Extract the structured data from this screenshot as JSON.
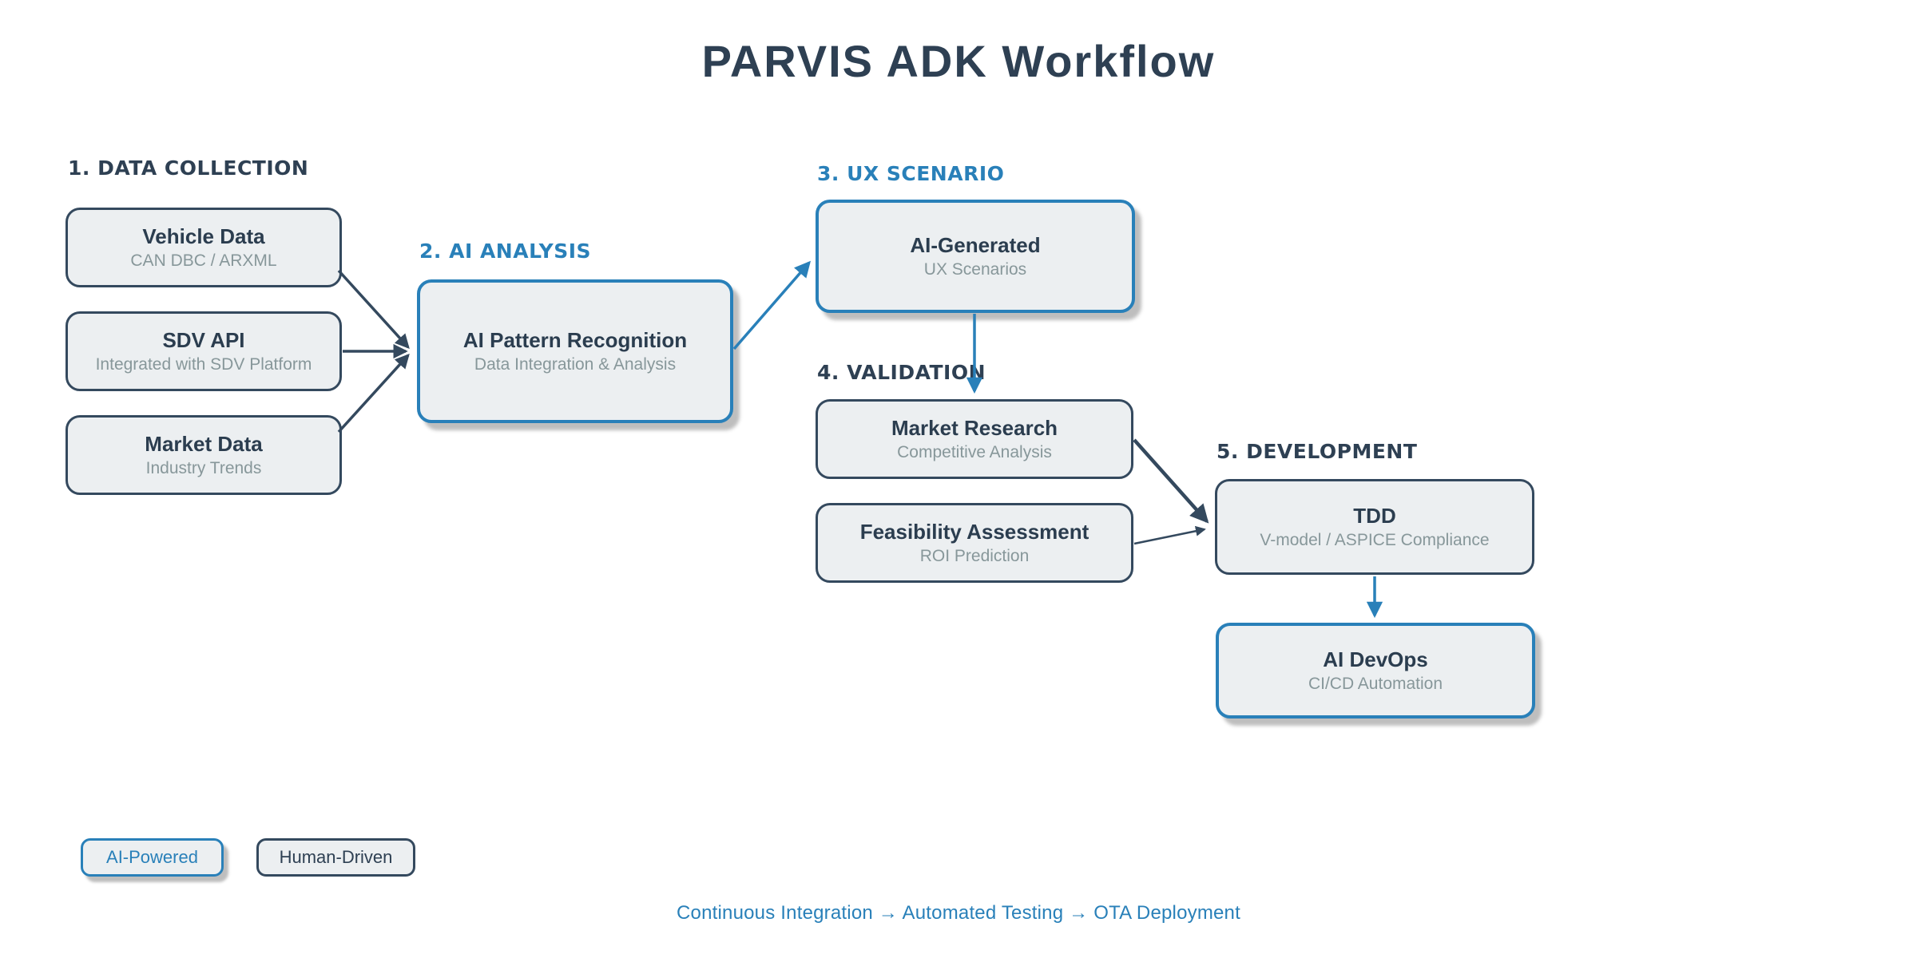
{
  "title": "PARVIS ADK Workflow",
  "colors": {
    "navy": "#34495E",
    "blue": "#2980B9",
    "node_fill": "#ECEFF1",
    "subtitle_gray": "#87979A",
    "background": "#FFFFFF"
  },
  "sections": [
    {
      "id": "data-collection",
      "label": "1. DATA COLLECTION",
      "color": "navy"
    },
    {
      "id": "ai-analysis",
      "label": "2. AI ANALYSIS",
      "color": "blue"
    },
    {
      "id": "ux-scenario",
      "label": "3. UX SCENARIO",
      "color": "blue"
    },
    {
      "id": "validation",
      "label": "4. VALIDATION",
      "color": "navy"
    },
    {
      "id": "development",
      "label": "5. DEVELOPMENT",
      "color": "navy"
    }
  ],
  "nodes": [
    {
      "id": "vehicle-data",
      "title": "Vehicle Data",
      "subtitle": "CAN DBC / ARXML",
      "type": "human-driven"
    },
    {
      "id": "sdv-api",
      "title": "SDV API",
      "subtitle": "Integrated with SDV Platform",
      "type": "human-driven"
    },
    {
      "id": "market-data",
      "title": "Market Data",
      "subtitle": "Industry Trends",
      "type": "human-driven"
    },
    {
      "id": "ai-pattern-recognition",
      "title": "AI Pattern Recognition",
      "subtitle": "Data Integration & Analysis",
      "type": "ai-powered"
    },
    {
      "id": "ai-generated",
      "title": "AI-Generated",
      "subtitle": "UX Scenarios",
      "type": "ai-powered"
    },
    {
      "id": "market-research",
      "title": "Market Research",
      "subtitle": "Competitive Analysis",
      "type": "human-driven"
    },
    {
      "id": "feasibility-assessment",
      "title": "Feasibility Assessment",
      "subtitle": "ROI Prediction",
      "type": "human-driven"
    },
    {
      "id": "tdd",
      "title": "TDD",
      "subtitle": "V-model / ASPICE Compliance",
      "type": "human-driven"
    },
    {
      "id": "ai-devops",
      "title": "AI DevOps",
      "subtitle": "CI/CD Automation",
      "type": "ai-powered"
    }
  ],
  "edges": [
    {
      "from": "vehicle-data",
      "to": "ai-pattern-recognition",
      "color": "navy"
    },
    {
      "from": "sdv-api",
      "to": "ai-pattern-recognition",
      "color": "navy"
    },
    {
      "from": "market-data",
      "to": "ai-pattern-recognition",
      "color": "navy"
    },
    {
      "from": "ai-pattern-recognition",
      "to": "ai-generated",
      "color": "blue"
    },
    {
      "from": "ai-generated",
      "to": "market-research",
      "color": "blue"
    },
    {
      "from": "market-research",
      "to": "tdd",
      "color": "navy"
    },
    {
      "from": "feasibility-assessment",
      "to": "tdd",
      "color": "navy"
    },
    {
      "from": "tdd",
      "to": "ai-devops",
      "color": "blue"
    }
  ],
  "legend": [
    {
      "label": "AI-Powered",
      "type": "ai-powered"
    },
    {
      "label": "Human-Driven",
      "type": "human-driven"
    }
  ],
  "footer": {
    "text": "Continuous Integration → Automated Testing → OTA Deployment"
  }
}
